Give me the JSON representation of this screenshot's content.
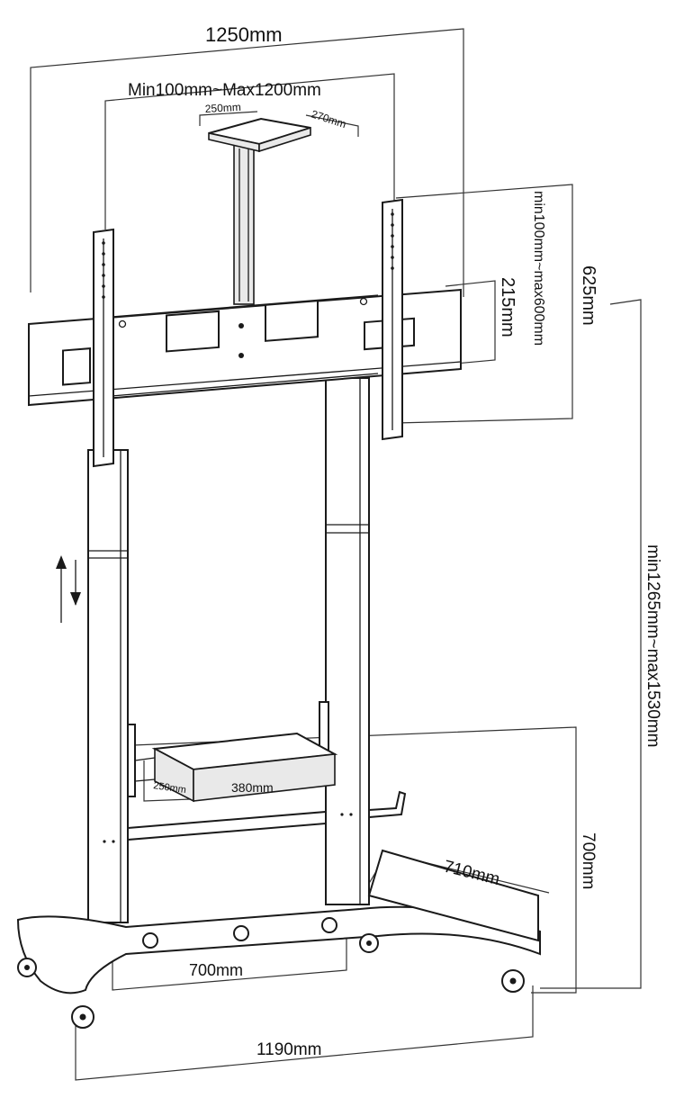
{
  "labels": {
    "overall_width": "1250mm",
    "vesa_range": "Min100mm~Max1200mm",
    "camera_shelf_width": "250mm",
    "camera_shelf_depth": "270mm",
    "bracket_height": "625mm",
    "vertical_range": "min100mm~max600mm",
    "crossbar_height": "215mm",
    "height_range": "min1265mm~max1530mm",
    "av_shelf_depth": "250mm",
    "av_shelf_width": "380mm",
    "base_depth": "700mm",
    "leg_length": "710mm",
    "column_spacing": "700mm",
    "base_width": "1190mm"
  },
  "colors": {
    "line": "#1a1a1a",
    "fill": "#ffffff",
    "shade": "#e9e9e9"
  }
}
